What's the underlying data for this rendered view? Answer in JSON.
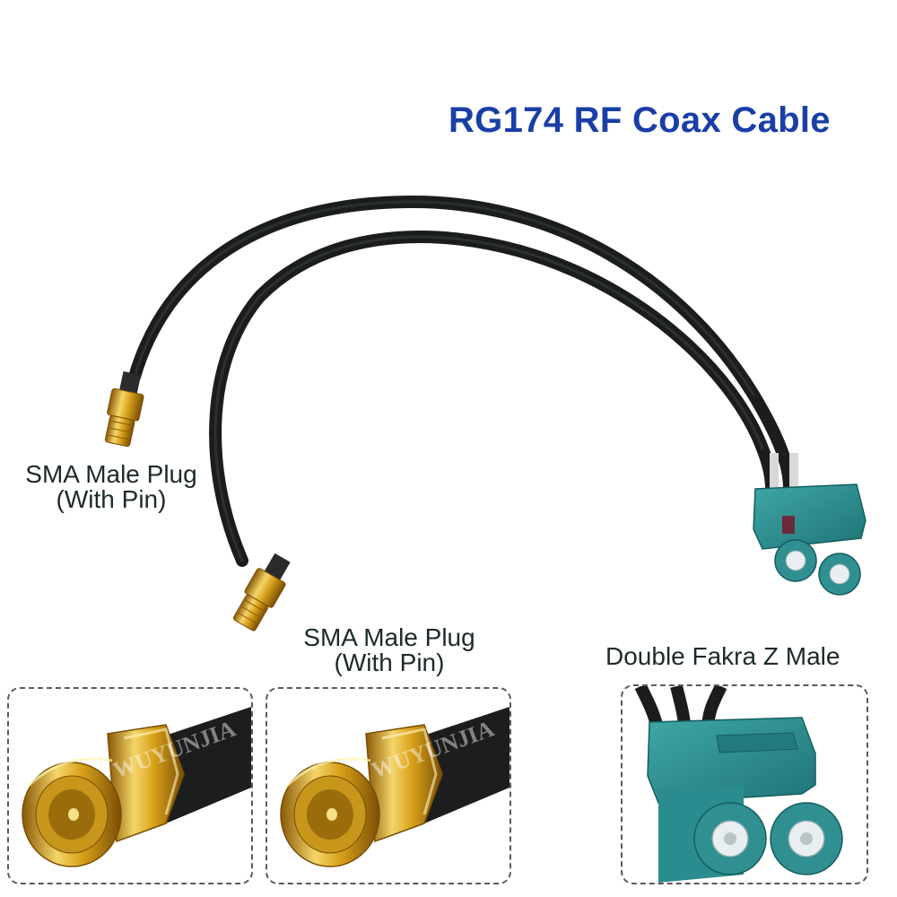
{
  "title": "RG174 RF Coax Cable",
  "connectors": {
    "sma_left": {
      "line1": "SMA Male Plug",
      "line2": "(With Pin)"
    },
    "sma_right": {
      "line1": "SMA Male Plug",
      "line2": "(With Pin)"
    },
    "fakra": {
      "label": "Double Fakra Z Male"
    }
  },
  "watermark": "WUYUNJIA",
  "colors": {
    "title": "#1a3ea8",
    "cable": "#1b1d1d",
    "gold": "#d4a017",
    "fakra_teal": "#2a8c8e"
  }
}
